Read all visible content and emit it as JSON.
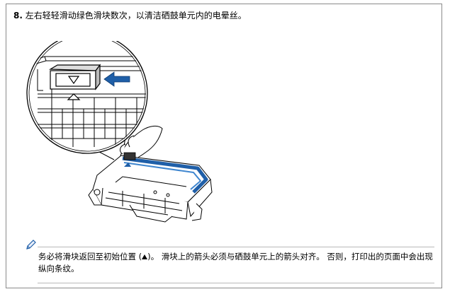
{
  "step": {
    "number": "8.",
    "text": "左右轻轻滑动绿色滑块数次，以清洁硒鼓单元内的电晕丝。"
  },
  "illustration": {
    "icon": "drum-unit-slider-illustration"
  },
  "note": {
    "icon": "pencil-note-icon",
    "text_before": "务必将滑块返回至初始位置 (",
    "text_after": ")。 滑块上的箭头必须与硒鼓单元上的箭头对齐。 否则，打印出的页面中会出现纵向条纹。",
    "marker_icon": "up-triangle-icon"
  },
  "colors": {
    "accent": "#1f5fa8",
    "border": "#8a8a8a",
    "rule": "#b8b8b8"
  }
}
